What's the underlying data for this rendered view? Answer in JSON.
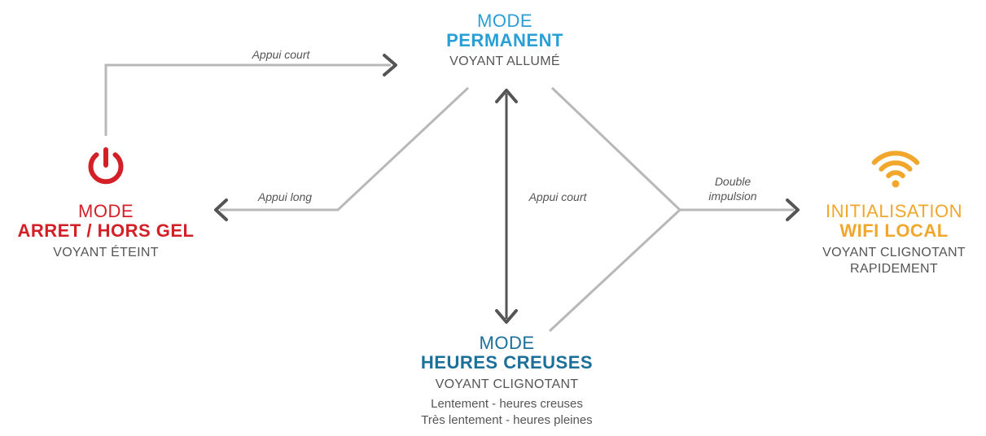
{
  "colors": {
    "permanent": "#2a9fd6",
    "heures_creuses": "#1b6f99",
    "arret": "#d32027",
    "wifi": "#f0a72c",
    "line": "#b8b8b8",
    "arrow": "#555555",
    "text": "#555555"
  },
  "nodes": {
    "permanent": {
      "line1": "MODE",
      "line2": "PERMANENT",
      "line3": "VOYANT ALLUMÉ"
    },
    "arret": {
      "icon": "power-icon",
      "line1": "MODE",
      "line2": "ARRET / HORS GEL",
      "line3": "VOYANT ÉTEINT"
    },
    "heures_creuses": {
      "line1": "MODE",
      "line2": "HEURES CREUSES",
      "line3": "VOYANT CLIGNOTANT",
      "line4": "Lentement - heures creuses",
      "line5": "Très lentement - heures pleines"
    },
    "wifi": {
      "icon": "wifi-icon",
      "line1": "INITIALISATION",
      "line2": "WIFI LOCAL",
      "line3": "VOYANT CLIGNOTANT",
      "line4": "RAPIDEMENT"
    }
  },
  "edges": {
    "arret_to_permanent": "Appui court",
    "to_arret": "Appui long",
    "permanent_heures": "Appui court",
    "to_wifi_line1": "Double",
    "to_wifi_line2": "impulsion"
  }
}
